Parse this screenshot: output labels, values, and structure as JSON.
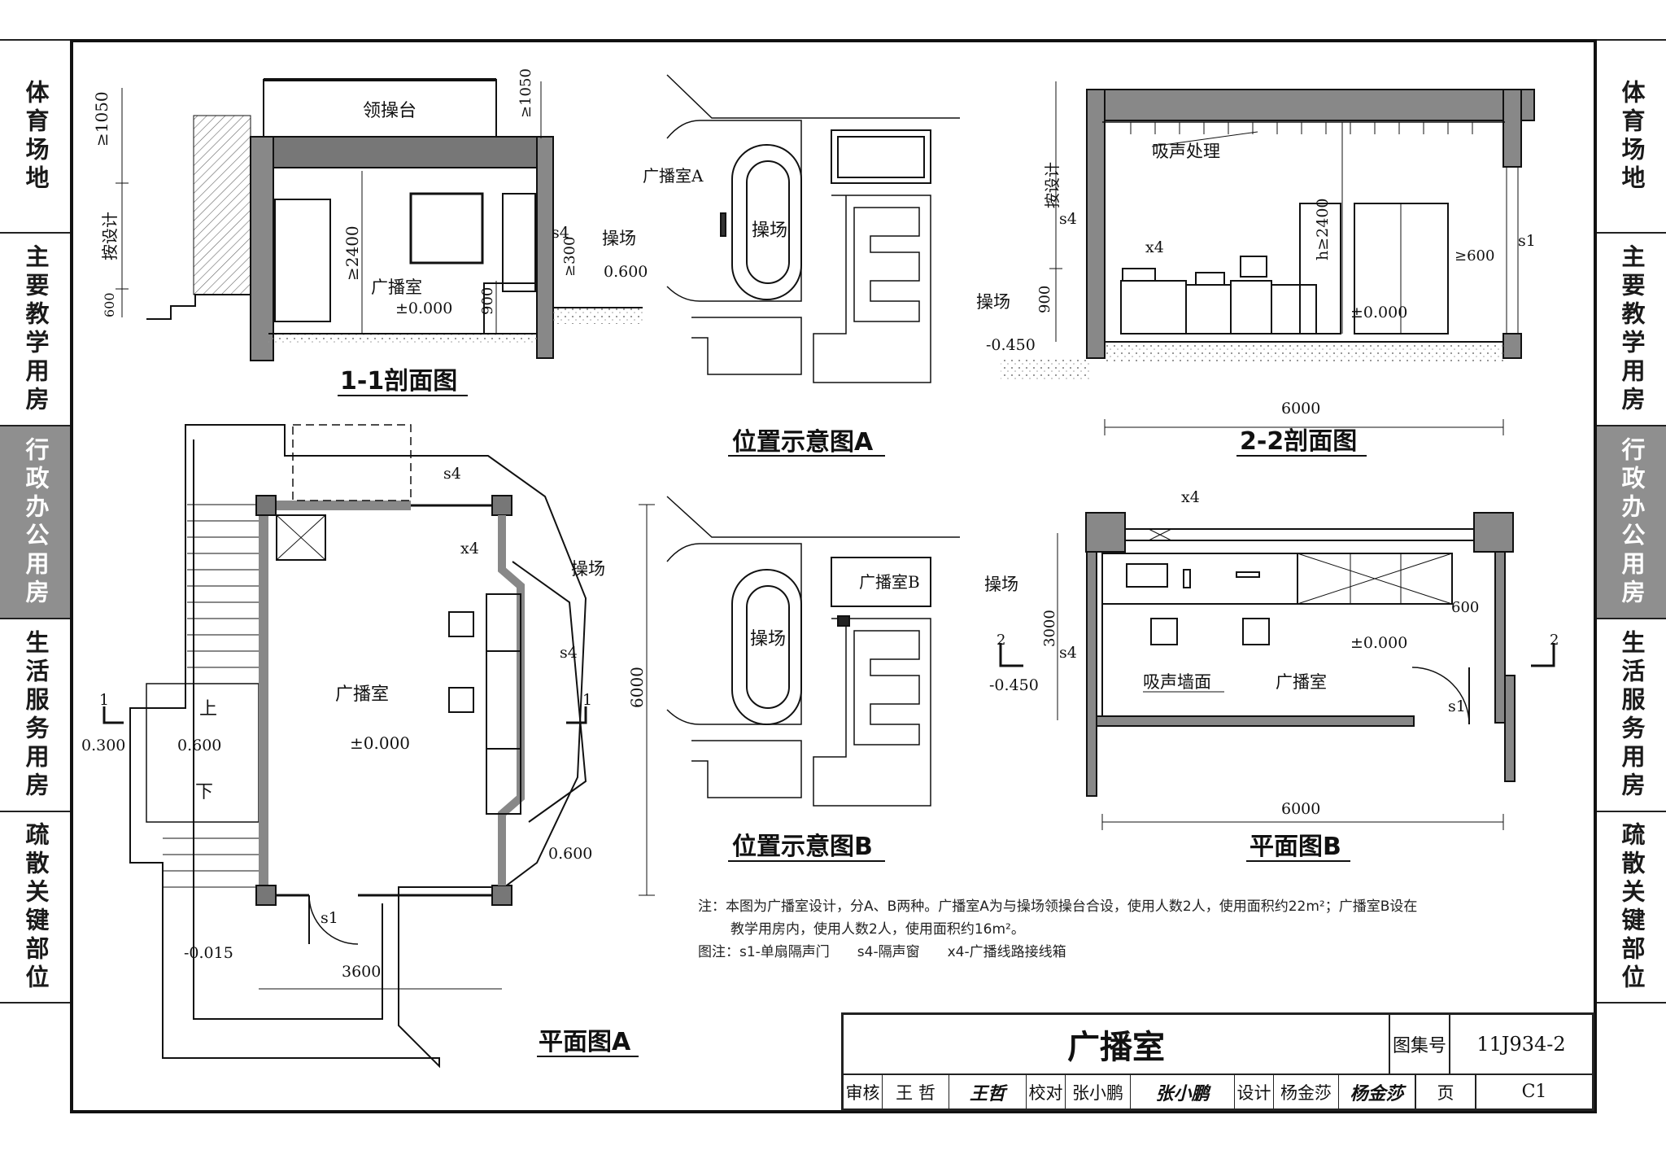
{
  "side_tabs": [
    "体育场地",
    "主要教学用房",
    "行政办公用房",
    "生活服务用房",
    "疏散关键部位"
  ],
  "active_tab": "行政办公用房",
  "labels": {
    "sec11_title": "1-1剖面图",
    "sec22_title": "2-2剖面图",
    "planA_title": "平面图A",
    "planB_title": "平面图B",
    "posA_title": "位置示意图A",
    "posB_title": "位置示意图B",
    "lingcaotai": "领操台",
    "broadcast_room": "广播室",
    "playground": "操场",
    "broadcast_A": "广播室A",
    "broadcast_B": "广播室B",
    "absorb": "吸声处理",
    "absorb_wall": "吸声墙面",
    "by_design": "按设计",
    "up": "上",
    "down": "下"
  },
  "dims": {
    "d1050a": "≥1050",
    "d1050b": "≥1050",
    "d2400": "≥2400",
    "dh2400": "h≥2400",
    "d300": "≥300",
    "d600": "600",
    "d600b": "≥600",
    "d900": "900",
    "d900b": "900",
    "d6000": "6000",
    "d6000b": "6000",
    "d6000c": "6000",
    "d3000": "3000",
    "d3600": "3600",
    "lv0": "±0.000",
    "lv0600": "0.600",
    "lv0300": "0.300",
    "lvm0015": "-0.015",
    "lvm0450": "-0.450",
    "s1": "s1",
    "s4": "s4",
    "x4": "x4",
    "sec1": "1",
    "sec2": "2"
  },
  "notes": {
    "line1": "注：本图为广播室设计，分A、B两种。广播室A为与操场领操台合设，使用人数2人，使用面积约22m²；广播室B设在",
    "line2": "教学用房内，使用人数2人，使用面积约16m²。",
    "line3": "图注：s1-单扇隔声门　　s4-隔声窗　　x4-广播线路接线箱"
  },
  "title_block": {
    "title": "广播室",
    "atlas_label": "图集号",
    "atlas_no": "11J934-2",
    "review_label": "审核",
    "reviewer": "王 哲",
    "reviewer_sign": "王哲",
    "check_label": "校对",
    "checker": "张小鹏",
    "checker_sign": "张小鹏",
    "design_label": "设计",
    "designer": "杨金莎",
    "designer_sign": "杨金莎",
    "page_label": "页",
    "page_no": "C1"
  }
}
